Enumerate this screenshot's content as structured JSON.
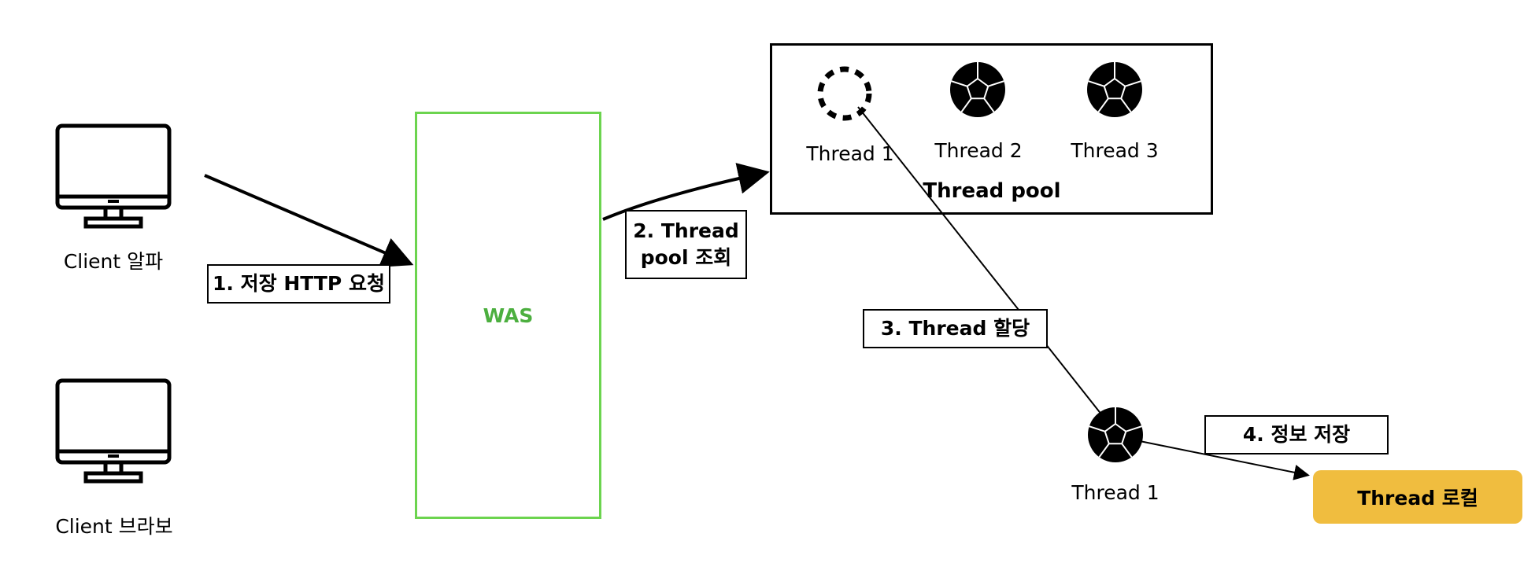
{
  "clients": [
    {
      "label": "Client 알파",
      "icon": "monitor-icon"
    },
    {
      "label": "Client 브라보",
      "icon": "monitor-icon"
    }
  ],
  "was": {
    "label": "WAS",
    "color": "#4caf3f",
    "border_color": "#6cd44f"
  },
  "thread_pool": {
    "title": "Thread pool",
    "threads": [
      {
        "label": "Thread 1",
        "state": "empty"
      },
      {
        "label": "Thread 2",
        "state": "available"
      },
      {
        "label": "Thread 3",
        "state": "available"
      }
    ]
  },
  "assigned_thread": {
    "label": "Thread 1"
  },
  "thread_local": {
    "label": "Thread 로컬",
    "color": "#f0bd3f"
  },
  "steps": {
    "step1": "1. 저장 HTTP 요청",
    "step2_line1": "2. Thread",
    "step2_line2": "pool 조회",
    "step3": "3. Thread 할당",
    "step4": "4. 정보 저장"
  }
}
